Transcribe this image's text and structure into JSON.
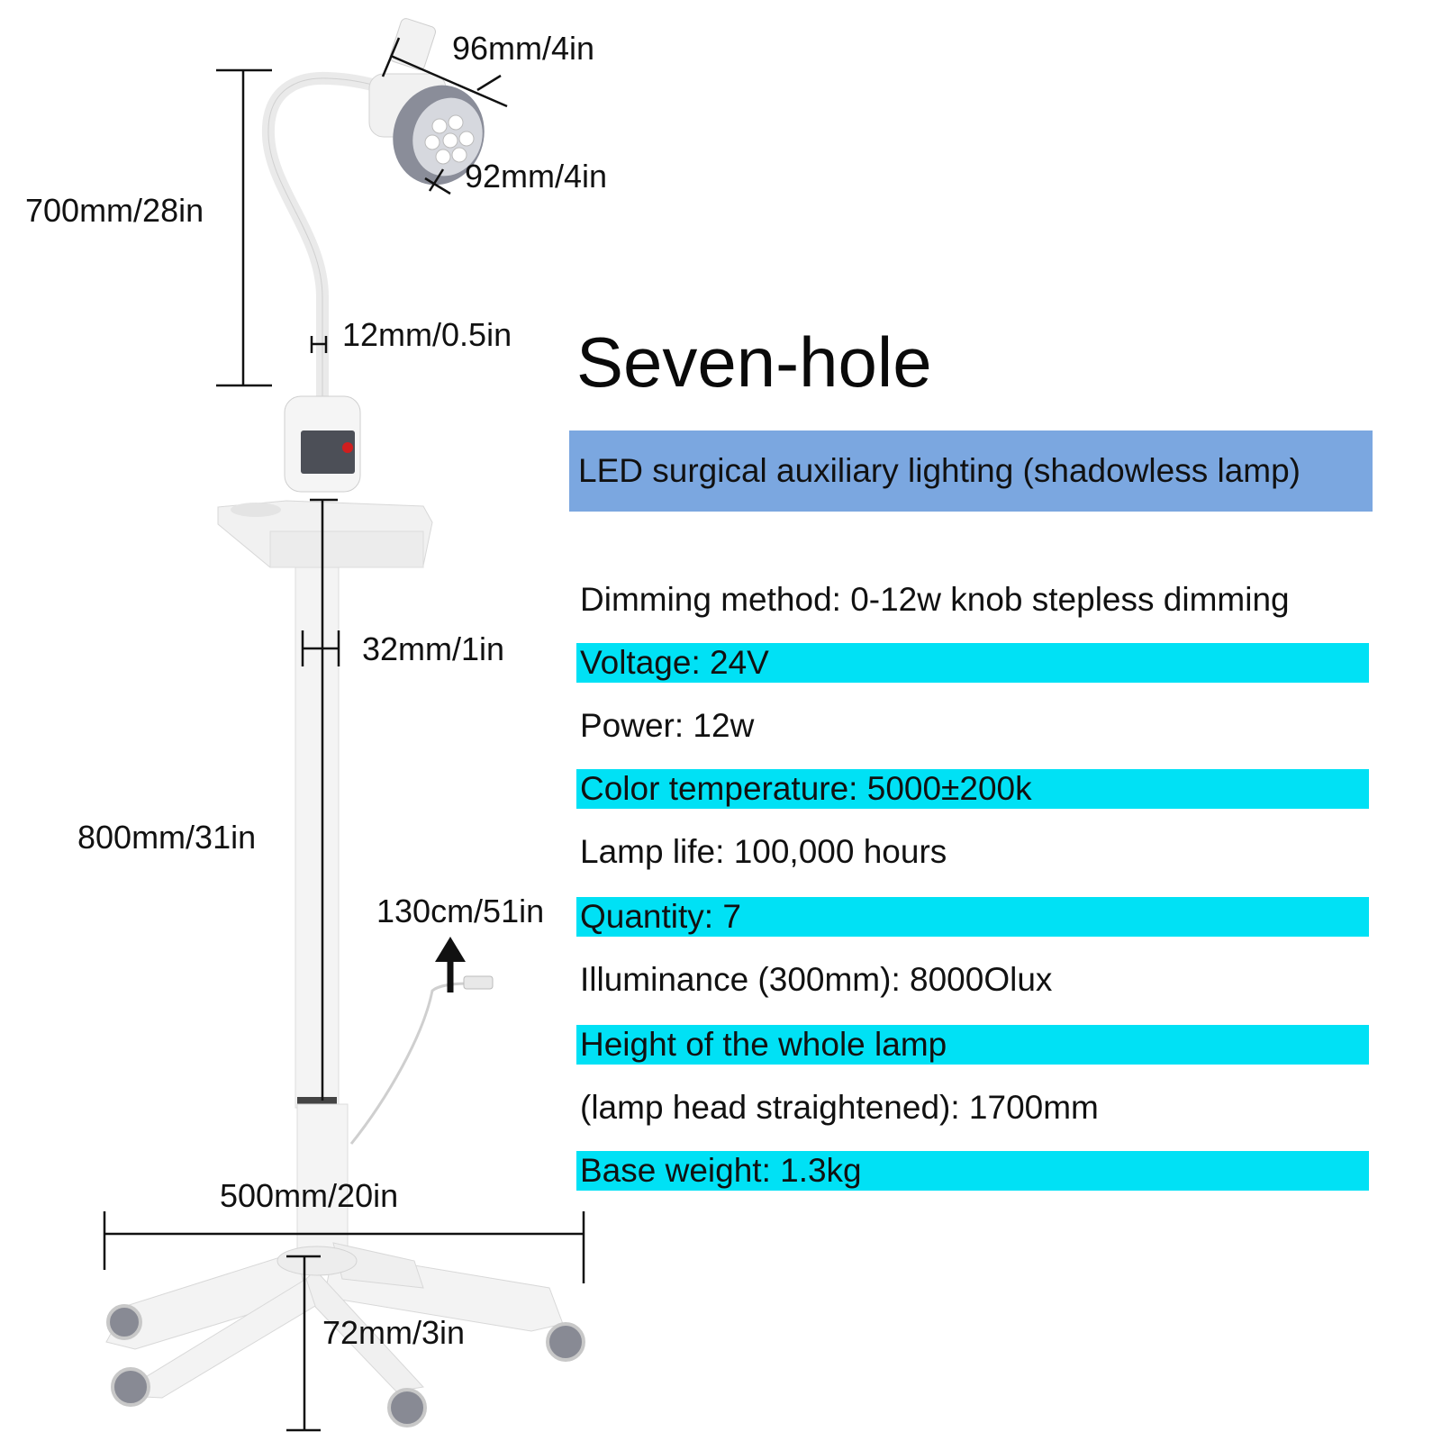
{
  "title": "Seven-hole",
  "subtitle": "LED surgical auxiliary lighting (shadowless lamp)",
  "dimensions": {
    "head_width": "96mm/4in",
    "head_diameter": "92mm/4in",
    "gooseneck_length": "700mm/28in",
    "gooseneck_diameter": "12mm/0.5in",
    "pole_diameter": "32mm/1in",
    "pole_length": "800mm/31in",
    "cable_length": "130cm/51in",
    "base_width": "500mm/20in",
    "caster_height": "72mm/3in"
  },
  "specs": [
    {
      "text": "Dimming method: 0-12w knob stepless dimming",
      "highlight": false
    },
    {
      "text": "Voltage: 24V",
      "highlight": true
    },
    {
      "text": "Power: 12w",
      "highlight": false
    },
    {
      "text": "Color temperature: 5000±200k",
      "highlight": true
    },
    {
      "text": "Lamp life: 100,000 hours",
      "highlight": false
    },
    {
      "text": "Quantity: 7",
      "highlight": true
    },
    {
      "text": "Illuminance (300mm): 8000Olux",
      "highlight": false
    },
    {
      "text": "Height of the whole lamp",
      "highlight": true
    },
    {
      "text": "(lamp head straightened): 1700mm",
      "highlight": false
    },
    {
      "text": "Base weight: 1.3kg",
      "highlight": true
    }
  ],
  "colors": {
    "subtitle_bg": "#7ba7e0",
    "spec_highlight": "#00e1f5",
    "lamp_head_gray": "#8a8d99"
  }
}
